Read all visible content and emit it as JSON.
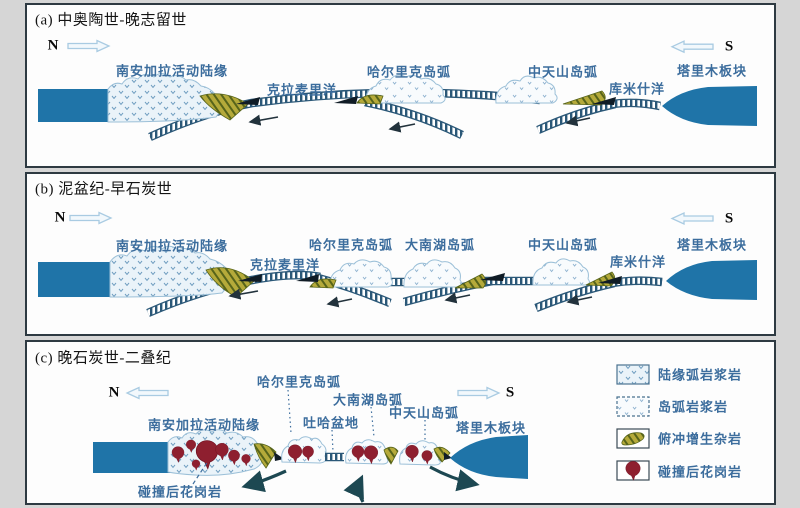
{
  "colors": {
    "plate_blue": "#1f74a8",
    "slab_tick": "#2b5878",
    "accretion_olive": "#b5aa3a",
    "granite_red": "#8e1f2f",
    "label_blue": "#3c6d9d",
    "arrow_teal": "#1d4852",
    "panel_border": "#2e3a42"
  },
  "panels": [
    {
      "id": "a",
      "title": "(a) 中奥陶世-晚志留世",
      "north": "N",
      "south": "S",
      "labels": {
        "margin": "南安加拉活动陆缘",
        "kalamaili_ocean": "克拉麦里洋",
        "harlik_arc": "哈尔里克岛弧",
        "central_tianshan_arc": "中天山岛弧",
        "kumish_ocean": "库米什洋",
        "tarim": "塔里木板块"
      }
    },
    {
      "id": "b",
      "title": "(b) 泥盆纪-早石炭世",
      "north": "N",
      "south": "S",
      "labels": {
        "margin": "南安加拉活动陆缘",
        "kalamaili_ocean": "克拉麦里洋",
        "harlik_arc": "哈尔里克岛弧",
        "dananhu_arc": "大南湖岛弧",
        "central_tianshan_arc": "中天山岛弧",
        "kumish_ocean": "库米什洋",
        "tarim": "塔里木板块"
      }
    },
    {
      "id": "c",
      "title": "(c) 晚石炭世-二叠纪",
      "north": "N",
      "south": "S",
      "labels": {
        "margin": "南安加拉活动陆缘",
        "harlik_arc": "哈尔里克岛弧",
        "dananhu_arc": "大南湖岛弧",
        "central_tianshan_arc": "中天山岛弧",
        "tuha_basin": "吐哈盆地",
        "tarim": "塔里木板块",
        "post_collision_granite": "碰撞后花岗岩"
      }
    }
  ],
  "legend": {
    "items": [
      {
        "label": "陆缘弧岩浆岩",
        "swatch": "continental-arc-magmatic-pattern"
      },
      {
        "label": "岛弧岩浆岩",
        "swatch": "island-arc-magmatic-pattern"
      },
      {
        "label": "俯冲增生杂岩",
        "swatch": "accretionary-complex"
      },
      {
        "label": "碰撞后花岗岩",
        "swatch": "post-collision-granite"
      }
    ]
  }
}
